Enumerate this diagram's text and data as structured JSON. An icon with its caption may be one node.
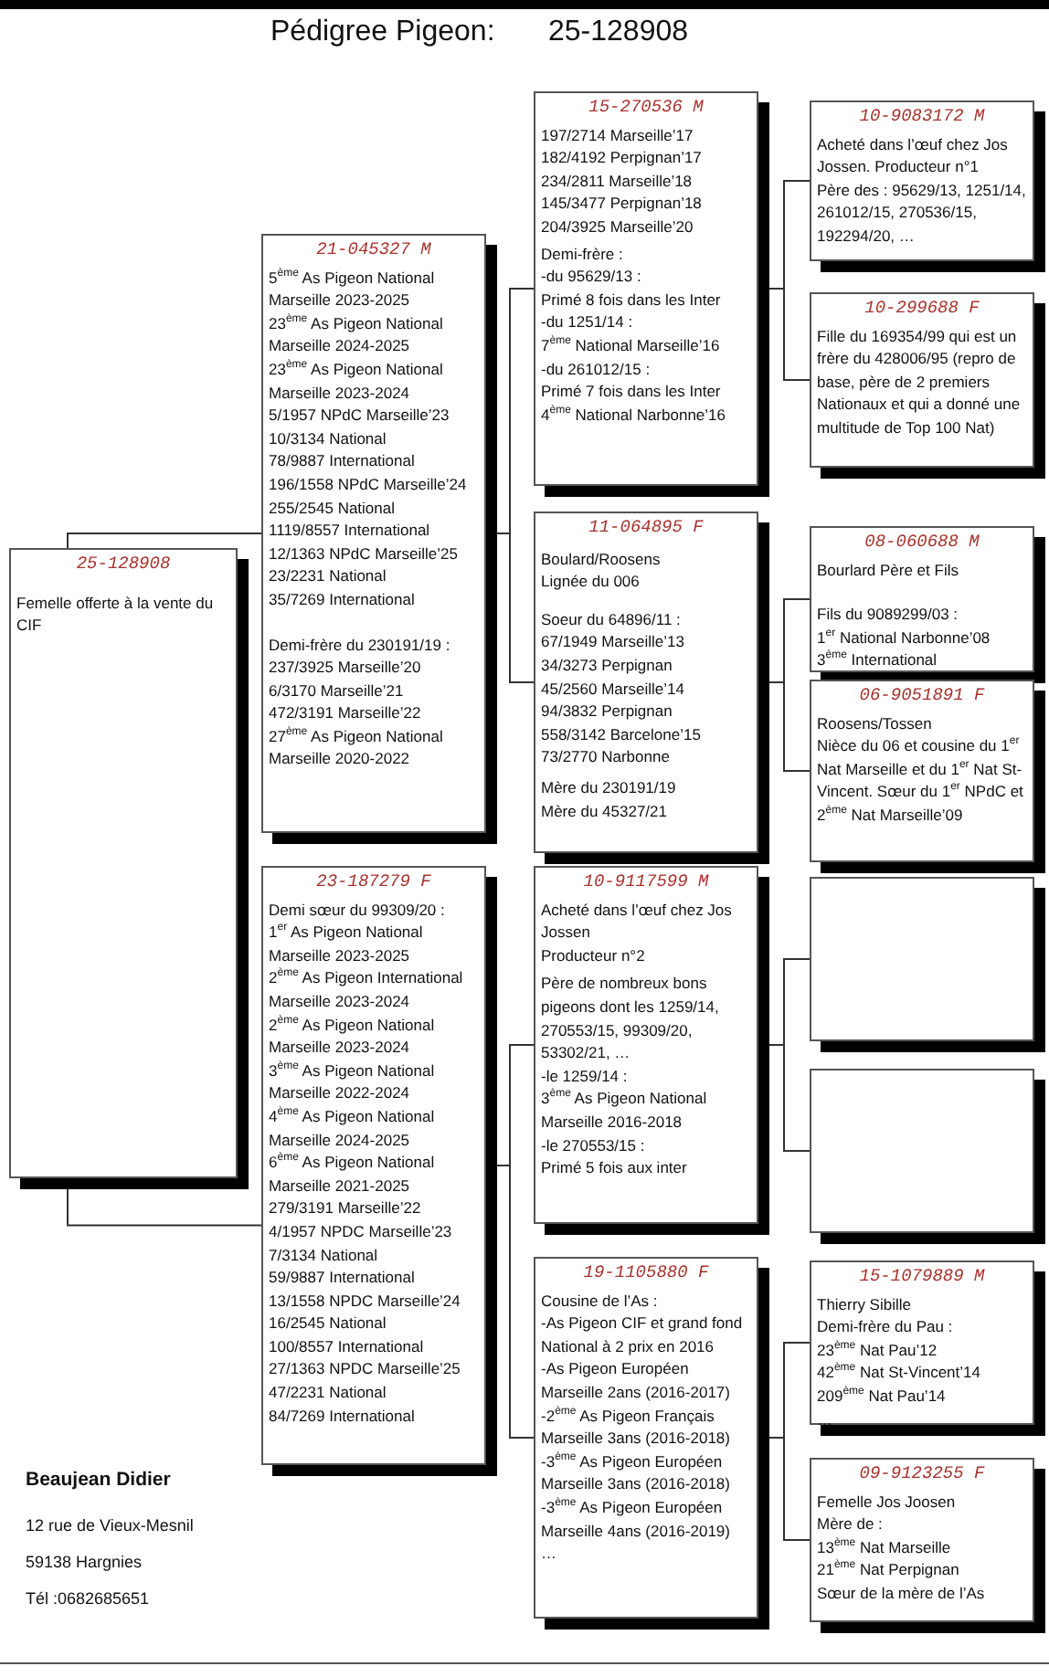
{
  "diagram": {
    "title": "Pédigree Pigeon:",
    "nodes": [
      {
        "text": [
          "25-128908",
          "Femelle offerte à la vente du CIF"
        ]
      },
      {
        "text": [
          "21-045327 M",
          "5$^{ème}$ As Pigeon National Marseille 2023-2025",
          "23$^{ème}$ As Pigeon National Marseille 2024-2025",
          "23$^{ème}$ As Pigeon National Marseille 2023-2024",
          "5/1957 NPdC Marseille’23",
          "10/3134 National",
          "78/9887 International",
          "196/1558 NPdC Marseille’24",
          "255/2545 National",
          "1119/8557 International",
          "12/1363 NPdC Marseille’25",
          "23/2231 National",
          "35/7269 International",
          "Demi-frère du 230191/19 :",
          "237/3925 Marseille’20",
          "6/3170 Marseille’21",
          "472/3191 Marseille’22",
          "27$^{ème}$ As Pigeon National Marseille 2020-2022"
        ]
      },
      {
        "text": [
          "23-187279 F",
          "Demi sœur du 99309/20 :",
          "1$^{er}$ As Pigeon National Marseille 2023-2025",
          "2$^{ème}$ As Pigeon International Marseille 2023-2024",
          "2$^{ème}$ As Pigeon National Marseille 2023-2024",
          "3$^{ème}$ As Pigeon National Marseille 2022-2024",
          "4$^{ème}$ As Pigeon National Marseille 2024-2025",
          "6$^{ème}$ As Pigeon National Marseille 2021-2025",
          "279/3191 Marseille’22",
          "4/1957 NPDC Marseille’23",
          "7/3134 National",
          "59/9887 International",
          "13/1558 NPDC Marseille’24",
          "16/2545 National",
          "100/8557 International",
          "27/1363 NPDC Marseille’25",
          "47/2231 National",
          "84/7269 International"
        ]
      },
      {
        "text": [
          "15-270536 M",
          "197/2714 Marseille’17",
          "182/4192 Perpignan’17",
          "234/2811 Marseille’18",
          "145/3477 Perpignan’18",
          "204/3925 Marseille’20",
          "Demi-frère :",
          "-du 95629/13 :",
          "Primé 8 fois dans les Inter",
          "-du 1251/14 :",
          "7$^{ème}$ National Marseille’16",
          "-du 261012/15 :",
          "Primé 7 fois dans les Inter",
          "4$^{ème}$ National Narbonne’16"
        ]
      },
      {
        "text": [
          "11-064895 F",
          "Boulard/Roosens",
          "Lignée du 006",
          "Soeur du 64896/11 :",
          "67/1949 Marseille’13",
          "34/3273 Perpignan",
          "45/2560 Marseille’14",
          "94/3832 Perpignan",
          "558/3142 Barcelone’15",
          "73/2770 Narbonne",
          "Mère du 230191/19",
          "Mère du 45327/21"
        ]
      },
      {
        "text": [
          "10-9117599 M",
          "Acheté dans l’œuf chez Jos Jossen",
          "Producteur n°2",
          "Père de nombreux bons pigeons dont les 1259/14, 270553/15, 99309/20, 53302/21, …",
          "-le 1259/14 :",
          "3$^{ème}$ As Pigeon National Marseille 2016-2018",
          "-le 270553/15 :",
          "Primé 5 fois aux inter"
        ]
      },
      {
        "text": [
          "19-1105880 F",
          "Cousine de l’As :",
          "-As Pigeon CIF et grand fond National à 2 prix en 2016",
          "-As Pigeon Européen Marseille 2ans (2016-2017)",
          "-2$^{ème}$ As Pigeon Français Marseille 3ans (2016-2018)",
          "-3$^{ème}$ As Pigeon Européen Marseille 3ans (2016-2018)",
          "-3$^{ème}$ As Pigeon Européen Marseille 4ans (2016-2019)",
          "…"
        ]
      },
      {
        "text": [
          "10-9083172 M",
          "Acheté dans l’œuf chez Jos Jossen. Producteur n°1",
          "Père des : 95629/13, 1251/14, 261012/15, 270536/15, 192294/20, …"
        ]
      },
      {
        "text": [
          "10-299688 F",
          "Fille du 169354/99 qui est un frère du 428006/95 (repro de base, père de 2 premiers Nationaux et qui a donné une multitude de Top 100 Nat)"
        ]
      },
      {
        "text": [
          "08-060688 M",
          "Bourlard Père et Fils",
          "Fils du 9089299/03 :",
          "1$^{er}$ National Narbonne’08",
          "3$^{ème}$ International"
        ]
      },
      {
        "text": [
          "06-9051891 F",
          "Roosens/Tossen",
          "Nièce du 06 et cousine du 1$^{er}$ Nat Marseille et du 1$^{er}$ Nat St-Vincent. Sœur du 1$^{er}$ NPdC et 2$^{ème}$ Nat Marseille’09"
        ]
      },
      {
        "text": [],
        "shape": "box"
      },
      {
        "text": [],
        "shape": "box"
      },
      {
        "text": [
          "15-1079889 M",
          "Thierry Sibille",
          "Demi-frère du Pau :",
          "23$^{ème}$ Nat Pau’12",
          "42$^{ème}$ Nat St-Vincent’14",
          "209$^{ème}$ Nat Pau’14",
          "…"
        ]
      },
      {
        "text": [
          "09-9123255 F",
          "Femelle Jos Joosen",
          "Mère de :",
          "13$^{ème}$ Nat Marseille",
          "21$^{ème}$ Nat Perpignan",
          "Sœur de la mère de l’As"
        ]
      }
    ],
    "edges": [
      {
        "from": 0,
        "to": 1,
        "arrow": "none"
      },
      {
        "from": 0,
        "to": 2,
        "arrow": "none"
      },
      {
        "from": 1,
        "to": 3,
        "arrow": "none"
      },
      {
        "from": 1,
        "to": 4,
        "arrow": "none"
      },
      {
        "from": 2,
        "to": 5,
        "arrow": "none"
      },
      {
        "from": 2,
        "to": 6,
        "arrow": "none"
      },
      {
        "from": 3,
        "to": 7,
        "arrow": "none"
      },
      {
        "from": 3,
        "to": 8,
        "arrow": "none"
      },
      {
        "from": 4,
        "to": 9,
        "arrow": "none"
      },
      {
        "from": 4,
        "to": 10,
        "arrow": "none"
      },
      {
        "from": 5,
        "to": 11,
        "arrow": "none"
      },
      {
        "from": 5,
        "to": 12,
        "arrow": "none"
      },
      {
        "from": 6,
        "to": 13,
        "arrow": "none"
      },
      {
        "from": 6,
        "to": 14,
        "arrow": "none"
      }
    ],
    "labels": [
      "25-128908",
      "Beaujean Didier",
      "12 rue de Vieux-Mesnil",
      "59138 Hargnies",
      "Tél :0682685651"
    ]
  }
}
